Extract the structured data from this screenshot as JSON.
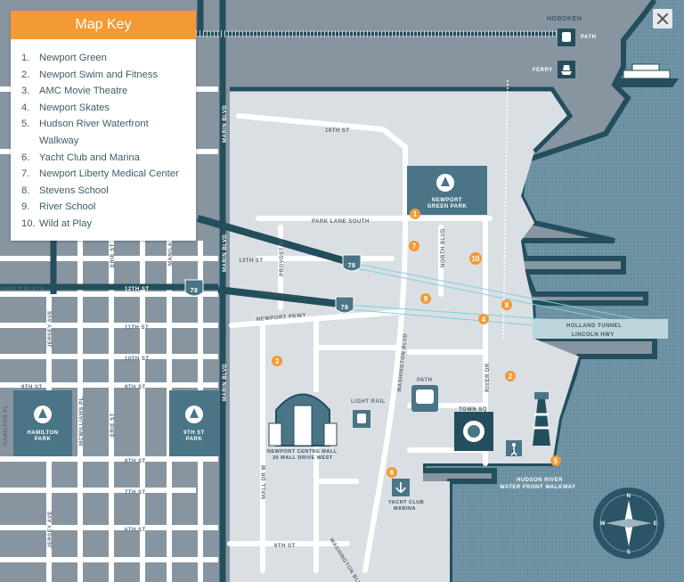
{
  "map_key": {
    "title": "Map Key",
    "items": [
      {
        "num": "1.",
        "label": "Newport Green"
      },
      {
        "num": "2.",
        "label": "Newport Swim and Fitness"
      },
      {
        "num": "3.",
        "label": "AMC Movie Theatre"
      },
      {
        "num": "4.",
        "label": "Newport Skates"
      },
      {
        "num": "5.",
        "label": "Hudson River Waterfront Walkway"
      },
      {
        "num": "6.",
        "label": "Yacht Club and Marina"
      },
      {
        "num": "7.",
        "label": "Newport Liberty Medical Center"
      },
      {
        "num": "8.",
        "label": "Stevens School"
      },
      {
        "num": "9.",
        "label": "River School"
      },
      {
        "num": "10.",
        "label": "Wild at Play"
      }
    ]
  },
  "labels": {
    "hoboken": "HOBOKEN",
    "path": "PATH",
    "ferry": "FERRY",
    "st16": "16TH ST",
    "park_lane_south": "PARK LANE SOUTH",
    "st13": "13TH ST",
    "provost": "PROVOST ST",
    "north_blvd": "NORTH BLVD",
    "marin1": "MARIN BLVD",
    "marin2": "MARIN BLVD",
    "marin3": "MARIN BLVD",
    "erie1": "ERIE ST",
    "erie2": "ERIE ST",
    "manila": "MANILA",
    "boyle": "BOYLE PLAZA",
    "st12": "12TH ST",
    "lincoln_hwy": "LINCOLN HWY",
    "newport_pkwy": "NEWPORT PKWY",
    "st11": "11TH ST",
    "st10": "10TH ST",
    "st9a": "9TH ST",
    "st9b": "9TH ST",
    "st8": "8TH ST",
    "st7": "7TH ST",
    "st6a": "6TH ST",
    "st6b": "6TH ST",
    "jersey1": "JERSEY AVE",
    "jersey2": "JERSEY AVE",
    "mcwilliams": "MCWILLIAMS PL",
    "hamilton_pl": "HAMILTON PL",
    "holland": "HOLLAND TUNNEL",
    "lincoln_hwy_east": "LINCOLN HWY",
    "washington1": "WASHINGTON BLVD",
    "washington2": "WASHINGTON BLVD",
    "river_dr": "RIVER DR",
    "mall_dr": "MALL DR W",
    "path2": "PATH",
    "town_sq": "TOWN SQ",
    "light_rail": "LIGHT RAIL",
    "mall1": "NEWPORT CENTRE MALL",
    "mall2": "30 MALL DRIVE WEST",
    "yacht1": "YACHT CLUB",
    "yacht2": "MARINA",
    "walkway1": "HUDSON RIVER",
    "walkway2": "WATER FRONT WALKWAY",
    "newport_green1": "NEWPORT",
    "newport_green2": "GREEN PARK",
    "hamilton1": "HAMILTON",
    "hamilton2": "PARK",
    "ninth_park1": "9TH ST",
    "ninth_park2": "PARK",
    "route78": "78",
    "compass_n": "N",
    "compass_s": "S",
    "compass_e": "E",
    "compass_w": "W"
  },
  "markers": [
    "1",
    "2",
    "3",
    "4",
    "5",
    "6",
    "7",
    "8",
    "9",
    "10"
  ],
  "colors": {
    "water": "#6a8fa0",
    "land": "#8795a0",
    "newport": "#dadfe4",
    "road": "#ffffff",
    "highway": "#234e5c",
    "park": "#4a7587",
    "accent": "#f39a34",
    "label": "#3f5c68"
  }
}
